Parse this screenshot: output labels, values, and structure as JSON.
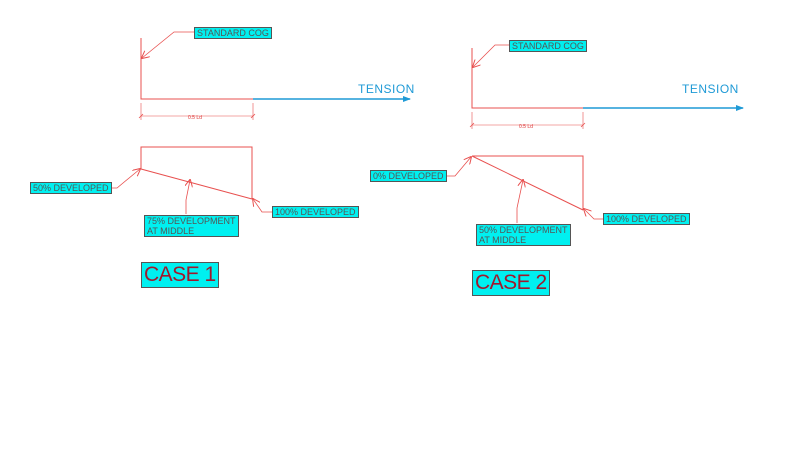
{
  "case1": {
    "title": "CASE 1",
    "hook_label": "STANDARD COG",
    "tension_label": "TENSION",
    "dimension_label": "0.5 Ld",
    "left_label": "50% DEVELOPED",
    "middle_label": "75% DEVELOPMENT\nAT MIDDLE",
    "right_label": "100% DEVELOPED"
  },
  "case2": {
    "title": "CASE 2",
    "hook_label": "STANDARD COG",
    "tension_label": "TENSION",
    "dimension_label": "0.5 Ld",
    "left_label": "0% DEVELOPED",
    "middle_label": "50% DEVELOPMENT\nAT MIDDLE",
    "right_label": "100% DEVELOPED"
  },
  "colors": {
    "line": "#e8504f",
    "tension": "#1f9ad6",
    "label_bg": "#00f0f0",
    "title_text": "#a0192d"
  }
}
